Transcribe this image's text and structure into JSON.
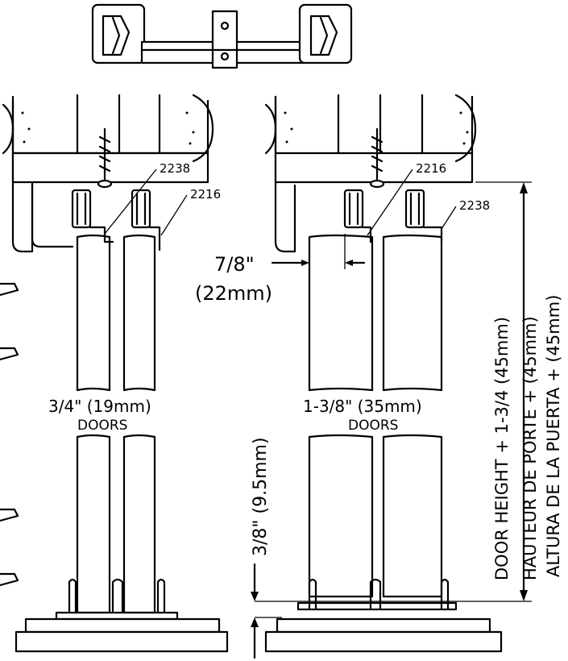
{
  "labels": {
    "part_a": "2238",
    "part_b": "2216",
    "part_c": "2216",
    "part_d": "2238",
    "gap_in": "7/8\"",
    "gap_mm": "(22mm)",
    "door_left_size": "3/4\"  (19mm)",
    "door_left_word": "DOORS",
    "door_right_size": "1-3/8\"  (35mm)",
    "door_right_word": "DOORS",
    "floor_gap": "3/8\"  (9.5mm)",
    "height_en": "DOOR HEIGHT + 1-3/4  (45mm)",
    "height_fr": "HAUTEUR DE PORTE +  (45mm)",
    "height_es": "ALTURA DE LA PUERTA +  (45mm)"
  }
}
